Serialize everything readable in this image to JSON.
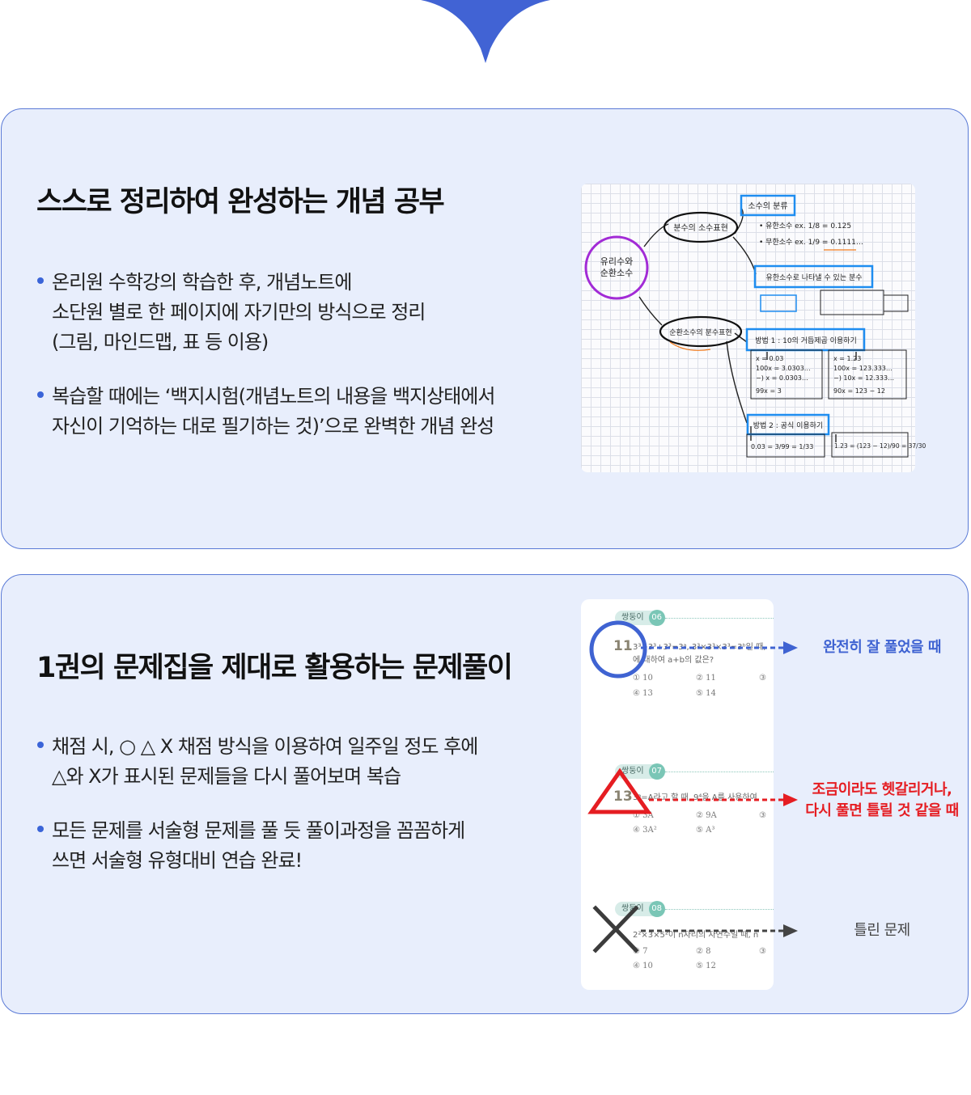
{
  "colors": {
    "accent": "#3a64d8",
    "card_bg": "#e8eefc",
    "card_border": "#5a7ad6",
    "correct": "#3f63d2",
    "confused": "#e51d22",
    "wrong": "#444444"
  },
  "section_concept": {
    "title": "스스로 정리하여 완성하는 개념 공부",
    "bullets": [
      {
        "lines": [
          "온리원 수학강의 학습한 후, 개념노트에",
          "소단원 별로 한 페이지에 자기만의 방식으로 정리",
          "(그림, 마인드맵, 표 등 이용)"
        ]
      },
      {
        "lines": [
          "복습할 때에는 ‘백지시험(개념노트의 내용을 백지상태에서",
          "자신이 기억하는 대로 필기하는 것)’으로 완벽한 개념 완성"
        ]
      }
    ],
    "note": {
      "center": [
        "유리수와",
        "순환소수"
      ],
      "branch_top": "분수의 소수표현",
      "branch_bottom": "순환소수의 분수표현",
      "box_1": "소수의 분류",
      "line_1": "• 유한소수 ex. 1/8 = 0.125",
      "line_2": "• 무한소수 ex. 1/9 = 0.1111…",
      "box_2": "유한소수로 나타낼 수 있는 분수",
      "box_3": "방법 1 : 10의 거듭제곱 이용하기",
      "box_4": "방법 2 : 공식 이용하기",
      "calc_a": [
        "x = 0.03",
        "100x = 3.0303…",
        "−) x = 0.0303…",
        "99x = 3"
      ],
      "calc_b": [
        "x = 1.23",
        "100x = 123.333…",
        "−) 10x = 12.333…",
        "90x = 123 − 12"
      ],
      "formula_a": "0.03 = 3/99 = 1/33",
      "formula_b": "1.23 = (123 − 12)/90 = 37/30"
    }
  },
  "section_practice": {
    "title": "1권의 문제집을 제대로 활용하는 문제풀이",
    "bullets": [
      {
        "lines": [
          "채점 시, ○ △ X 채점 방식을 이용하여 일주일 정도 후에",
          "△와 X가 표시된 문제들을 다시 풀어보며 복습"
        ]
      },
      {
        "lines": [
          "모든 문제를 서술형 문제를 풀 듯 풀이과정을 꼼꼼하게",
          "쓰면 서술형 유형대비 연습 완료!"
        ]
      }
    ],
    "problems": [
      {
        "badge": "쌍둥이",
        "badge_num": "06",
        "number": "11",
        "stem": "3³+3³+3³=3ᵃ, 3³×3³×3³=3ᵇ일 때,",
        "stem2": "에 대하여 a+b의 값은?",
        "choices": [
          "① 10",
          "② 11",
          "③",
          "④ 13",
          "⑤ 14"
        ],
        "mark": "circle",
        "result": [
          "완전히 잘 풀었을 때"
        ]
      },
      {
        "badge": "쌍둥이",
        "badge_num": "07",
        "number": "13",
        "stem": "3ᵃ=A라고 할 때, 9⁴을 A를 사용하여",
        "choices": [
          "① 3A",
          "② 9A",
          "③",
          "④ 3A²",
          "⑤ A³"
        ],
        "mark": "triangle",
        "result": [
          "조금이라도 헷갈리거나,",
          "다시 풀면 틀릴 것 같을 때"
        ]
      },
      {
        "badge": "쌍둥이",
        "badge_num": "08",
        "number": "",
        "stem": "2²×3×5²이 n자리의 자연수일 때, n",
        "choices": [
          "① 7",
          "② 8",
          "③",
          "④ 10",
          "⑤ 12"
        ],
        "mark": "x",
        "result": [
          "틀린 문제"
        ]
      }
    ]
  }
}
